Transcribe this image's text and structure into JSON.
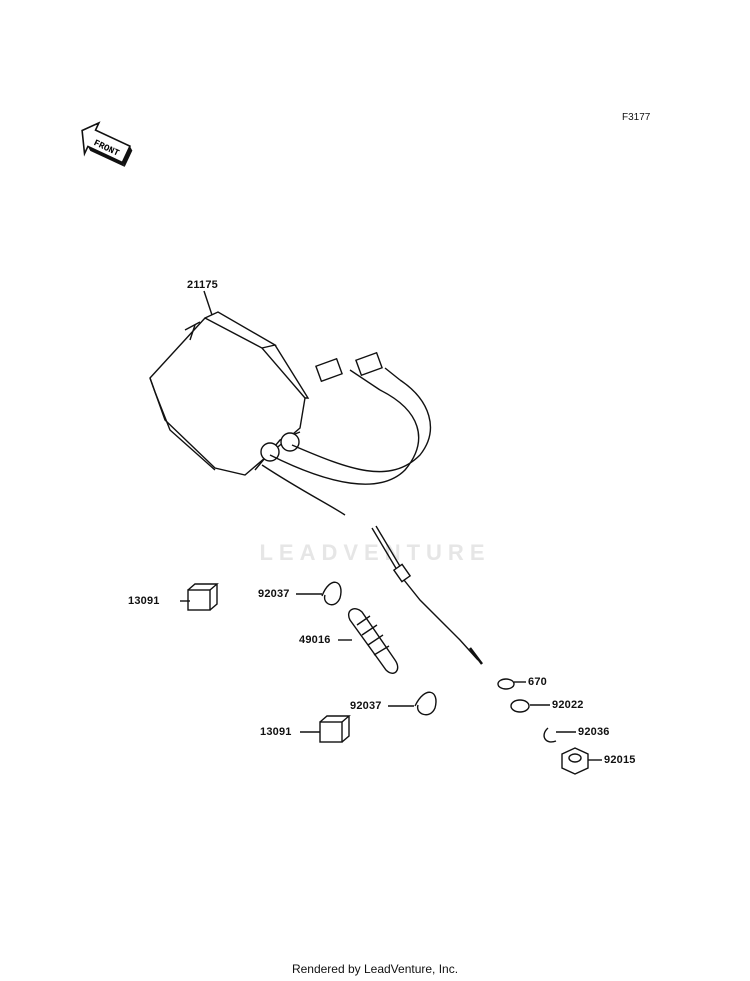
{
  "figure_id": "F3177",
  "front_label": "FRONT",
  "watermark": "LEADVENTURE",
  "footer": "Rendered by LeadVenture, Inc.",
  "parts": {
    "p21175": "21175",
    "p13091a": "13091",
    "p92037a": "92037",
    "p49016": "49016",
    "p92037b": "92037",
    "p13091b": "13091",
    "p670": "670",
    "p92022": "92022",
    "p92036": "92036",
    "p92015": "92015"
  }
}
